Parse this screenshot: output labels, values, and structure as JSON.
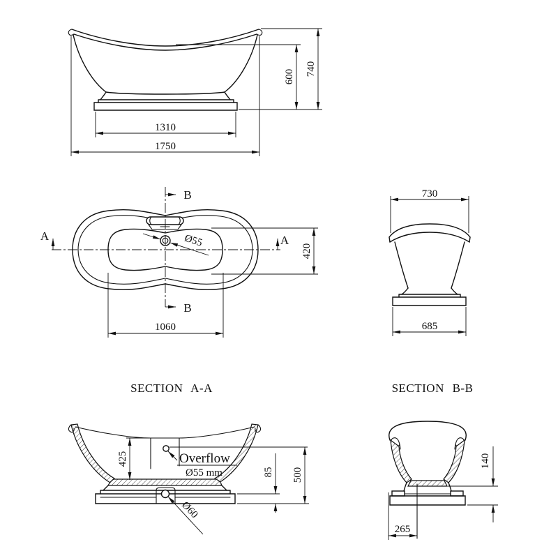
{
  "front_view": {
    "dim_base_width": "1310",
    "dim_overall_length": "1750",
    "dim_rim_low_height": "600",
    "dim_overall_height": "740"
  },
  "plan_view": {
    "section_a_label": "A",
    "section_b_label": "B",
    "dim_drain_diameter": "Ø55",
    "dim_inner_width": "420",
    "dim_inner_length": "1060"
  },
  "side_view": {
    "dim_top_width": "730",
    "dim_base_width": "685"
  },
  "section_aa": {
    "title": "SECTION A-A",
    "dim_inner_depth": "425",
    "overflow_label": "Overflow",
    "overflow_diameter": "Ø55 mm",
    "dim_plinth_height": "85",
    "dim_overflow_height": "500",
    "dim_drain_diameter": "Ø60"
  },
  "section_bb": {
    "title": "SECTION B-B",
    "dim_floor_height": "140",
    "dim_center_offset": "265"
  }
}
